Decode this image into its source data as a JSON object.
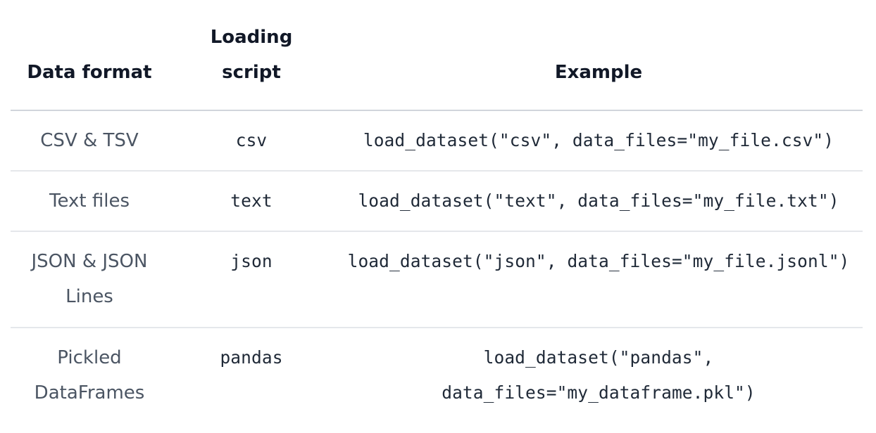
{
  "table": {
    "headers": {
      "data_format": "Data format",
      "loading_script_line1": "Loading",
      "loading_script_line2": "script",
      "example": "Example"
    },
    "rows": [
      {
        "format_line1": "CSV & TSV",
        "format_line2": "",
        "script": "csv",
        "example_line1": "load_dataset(\"csv\", data_files=\"my_file.csv\")",
        "example_line2": ""
      },
      {
        "format_line1": "Text files",
        "format_line2": "",
        "script": "text",
        "example_line1": "load_dataset(\"text\", data_files=\"my_file.txt\")",
        "example_line2": ""
      },
      {
        "format_line1": "JSON & JSON",
        "format_line2": "Lines",
        "script": "json",
        "example_line1": "load_dataset(\"json\", data_files=\"my_file.jsonl\")",
        "example_line2": ""
      },
      {
        "format_line1": "Pickled",
        "format_line2": "DataFrames",
        "script": "pandas",
        "example_line1": "load_dataset(\"pandas\",",
        "example_line2": "data_files=\"my_dataframe.pkl\")"
      }
    ]
  }
}
